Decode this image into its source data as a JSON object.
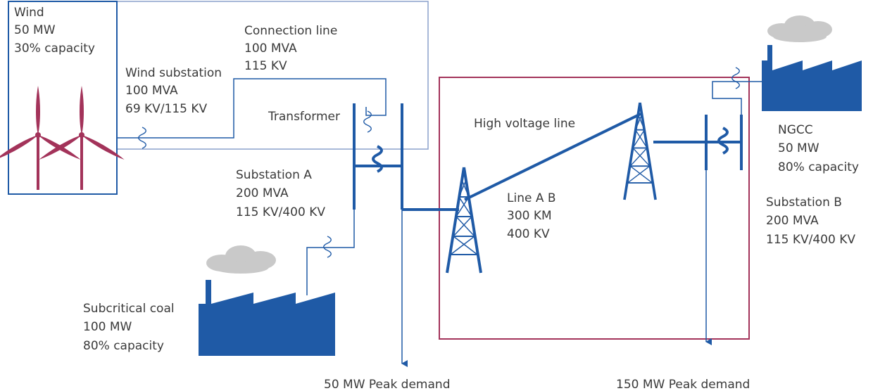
{
  "colors": {
    "blue": "#1f5aa6",
    "light_blue": "#8aa0cc",
    "maroon": "#a3335a",
    "cloud": "#c9c9c9",
    "text": "#3a3a3a"
  },
  "wind": {
    "title": "Wind",
    "capacity": "50 MW",
    "factor": "30% capacity",
    "icon": "wind-turbine-icon"
  },
  "connection_line": {
    "title": "Connection line",
    "rating": "100 MVA",
    "voltage": "115 KV"
  },
  "wind_substation": {
    "title": "Wind substation",
    "rating": "100 MVA",
    "voltage": "69 KV/115 KV"
  },
  "transformer": {
    "label": "Transformer",
    "icon": "transformer-icon"
  },
  "substation_a": {
    "title": "Substation A",
    "rating": "200 MVA",
    "voltage": "115 KV/400 KV"
  },
  "high_voltage_line": {
    "label": "High voltage line",
    "icon": "transmission-tower-icon"
  },
  "line_ab": {
    "title": "Line A B",
    "length": "300 KM",
    "voltage": "400 KV"
  },
  "ngcc": {
    "title": "NGCC",
    "capacity": "50 MW",
    "factor": "80% capacity",
    "icon": "factory-icon"
  },
  "substation_b": {
    "title": "Substation B",
    "rating": "200 MVA",
    "voltage": "115 KV/400 KV"
  },
  "coal": {
    "title": "Subcritical coal",
    "capacity": "100 MW",
    "factor": "80% capacity",
    "icon": "factory-icon"
  },
  "demand_a": "50 MW Peak demand",
  "demand_b": "150 MW Peak demand"
}
